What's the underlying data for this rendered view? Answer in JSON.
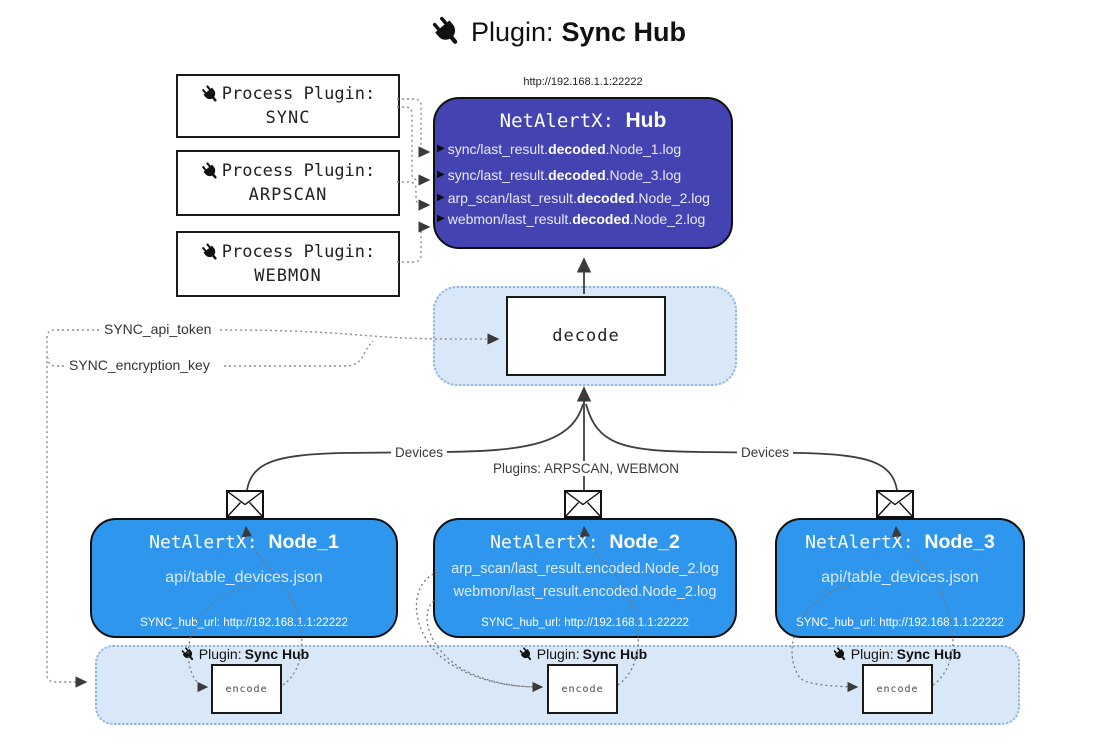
{
  "title": {
    "label": "Plugin:",
    "label_bold": "Sync Hub"
  },
  "hub": {
    "url": "http://192.168.1.1:22222",
    "name": "NetAlertX:",
    "name_bold": "Hub",
    "logs": [
      {
        "pre": "sync/last_result.",
        "bold": "decoded",
        "post": ".Node_1.log"
      },
      {
        "pre": "sync/last_result.",
        "bold": "decoded",
        "post": ".Node_3.log"
      },
      {
        "pre": "arp_scan/last_result.",
        "bold": "decoded",
        "post": ".Node_2.log"
      },
      {
        "pre": "webmon/last_result.",
        "bold": "decoded",
        "post": ".Node_2.log"
      }
    ]
  },
  "process_plugins": [
    {
      "label": "Process Plugin:",
      "name": "SYNC"
    },
    {
      "label": "Process Plugin:",
      "name": "ARPSCAN"
    },
    {
      "label": "Process Plugin:",
      "name": "WEBMON"
    }
  ],
  "decode": {
    "label": "decode"
  },
  "tokens": {
    "api_token": "SYNC_api_token",
    "encryption_key": "SYNC_encryption_key"
  },
  "edge_labels": {
    "devices_left": "Devices",
    "plugins_mid": "Plugins: ARPSCAN, WEBMON",
    "devices_right": "Devices"
  },
  "nodes": [
    {
      "name": "NetAlertX:",
      "name_bold": "Node_1",
      "files": [
        "api/table_devices.json"
      ],
      "hub_url": "SYNC_hub_url: http://192.168.1.1:22222"
    },
    {
      "name": "NetAlertX:",
      "name_bold": "Node_2",
      "files": [
        "arp_scan/last_result.encoded.Node_2.log",
        "webmon/last_result.encoded.Node_2.log"
      ],
      "hub_url": "SYNC_hub_url: http://192.168.1.1:22222"
    },
    {
      "name": "NetAlertX:",
      "name_bold": "Node_3",
      "files": [
        "api/table_devices.json"
      ],
      "hub_url": "SYNC_hub_url: http://192.168.1.1:22222"
    }
  ],
  "sync_plugins": [
    {
      "label": "Plugin:",
      "label_bold": "Sync Hub",
      "encode": "encode"
    },
    {
      "label": "Plugin:",
      "label_bold": "Sync Hub",
      "encode": "encode"
    },
    {
      "label": "Plugin:",
      "label_bold": "Sync Hub",
      "encode": "encode"
    }
  ],
  "colors": {
    "hub_bg": "#4343b2",
    "node_bg": "#2e96ec",
    "container_bg": "#d9e8f8",
    "container_border": "#8fb4d9"
  }
}
